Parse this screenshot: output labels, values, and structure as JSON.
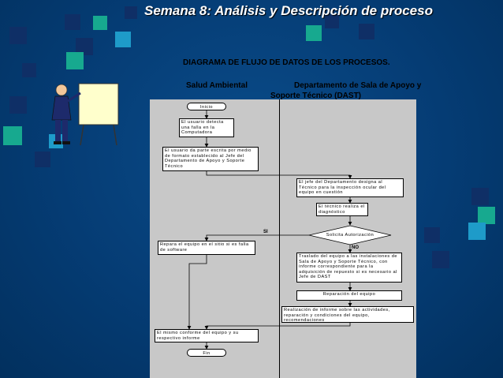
{
  "slide": {
    "title": "Semana 8: Análisis y Descripción de proceso",
    "subtitle": "DIAGRAMA DE FLUJO DE DATOS DE LOS PROCESOS.",
    "lanes": {
      "left": "Salud Ambiental",
      "right_line1": "Departamento de Sala de Apoyo y",
      "right_line2": "Soporte Técnico (DAST)"
    }
  },
  "flow": {
    "start": "Inicio",
    "n1": "El usuario detecta una falla en la Computadora",
    "n2": "El usuario da parte escrita por medio de formato establecido al Jefe del Departamento de Apoyo y Soporte Técnico",
    "n3": "El jefe del Departamento designa al Técnico para la inspección ocular del equipo en cuestión",
    "n4": "El técnico realiza el diagnóstico",
    "decision": "Solicita Autorización",
    "yes_label": "SI",
    "no_label": "NO",
    "n5": "Repara el equipo en el sitio si es falla de software",
    "n6": "Traslado del equipo a las instalaciones de Sala de Apoyo y Soporte Técnico, con informe correspondiente para la adquisición de repuesto si es necesario al Jefe de DAST",
    "n7": "Reparación del equipo",
    "n8": "Realización de informe sobre las actividades, reparación y condiciones del equipo, recomendaciones",
    "n9": "El mismo conforme del equipo y su respectivo informe",
    "end": "Fin"
  },
  "colors": {
    "background": "#03396e",
    "flow_area": "#c8c8c8",
    "square_green": "#17a98f",
    "square_cyan": "#1e9bc9",
    "square_navy": "#0f2f66"
  }
}
